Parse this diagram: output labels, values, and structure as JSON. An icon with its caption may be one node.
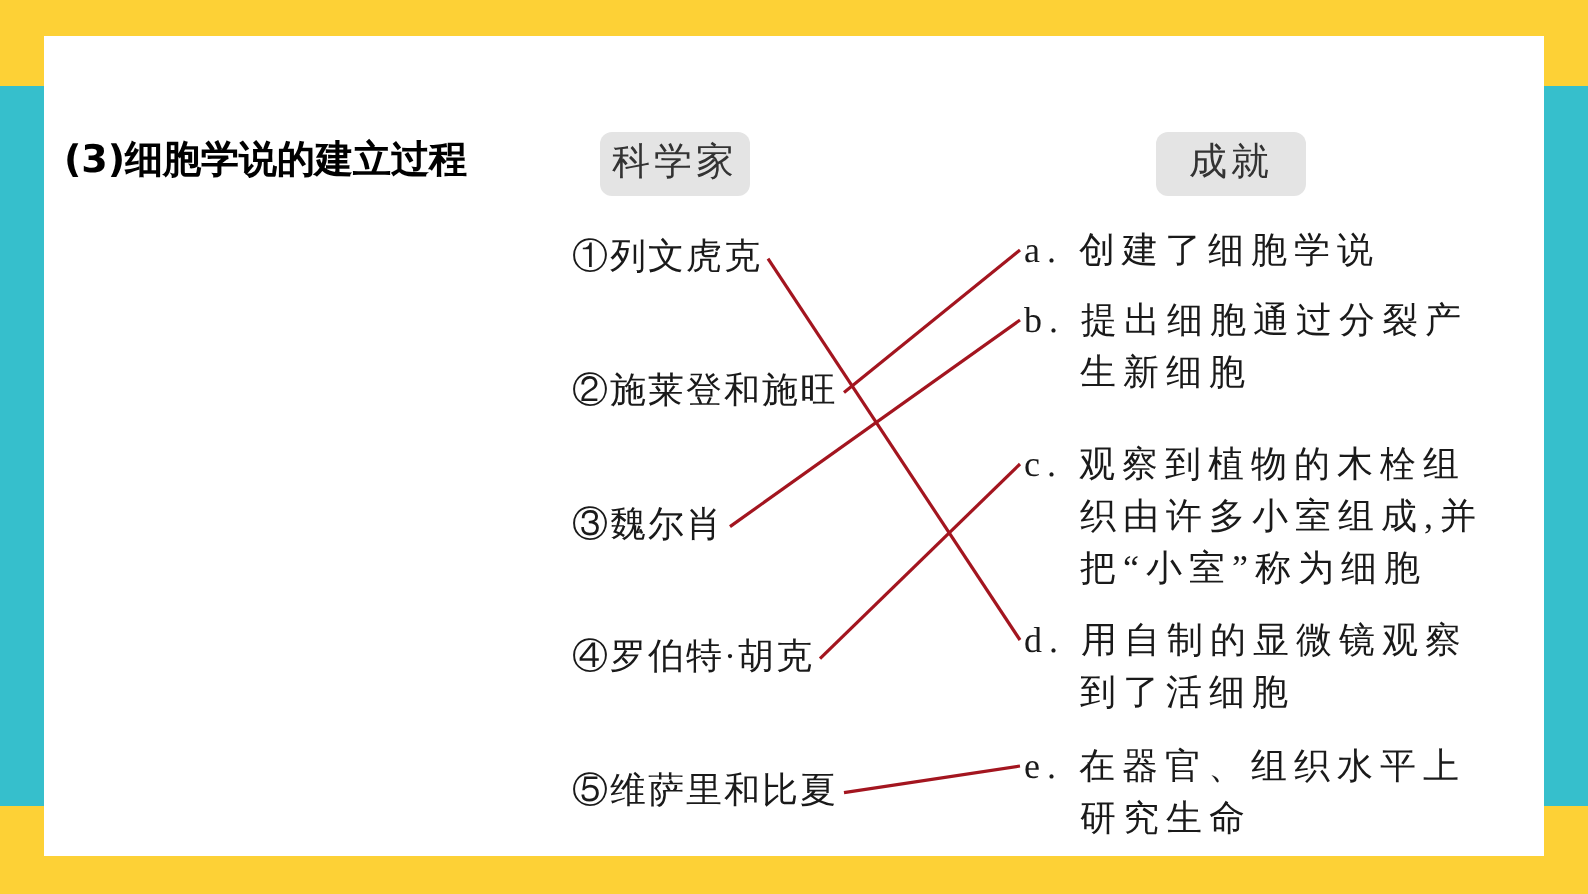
{
  "diagram": {
    "title": "(3)细胞学说的建立过程",
    "nodes": [
      {
        "text": [
          "科学家"
        ]
      },
      {
        "text": [
          "成就"
        ]
      },
      {
        "text": [
          "①列文虎克"
        ]
      },
      {
        "text": [
          "②施莱登和施旺"
        ]
      },
      {
        "text": [
          "③魏尔肖"
        ]
      },
      {
        "text": [
          "④罗伯特·胡克"
        ]
      },
      {
        "text": [
          "⑤维萨里和比夏"
        ]
      },
      {
        "text": [
          "a. 创建了细胞学说"
        ]
      },
      {
        "text": [
          "b. 提出细胞通过分裂产生新细胞"
        ]
      },
      {
        "text": [
          "c. 观察到植物的木栓组织由许多小室组成,并把“小室”称为细胞"
        ]
      },
      {
        "text": [
          "d. 用自制的显微镜观察到了活细胞"
        ]
      },
      {
        "text": [
          "e. 在器官、组织水平上研究生命"
        ]
      }
    ],
    "edges": [
      {
        "from": 2,
        "to": 10,
        "arrow": "none"
      },
      {
        "from": 3,
        "to": 7,
        "arrow": "none"
      },
      {
        "from": 4,
        "to": 8,
        "arrow": "none"
      },
      {
        "from": 5,
        "to": 9,
        "arrow": "none"
      },
      {
        "from": 6,
        "to": 11,
        "arrow": "none"
      }
    ]
  }
}
